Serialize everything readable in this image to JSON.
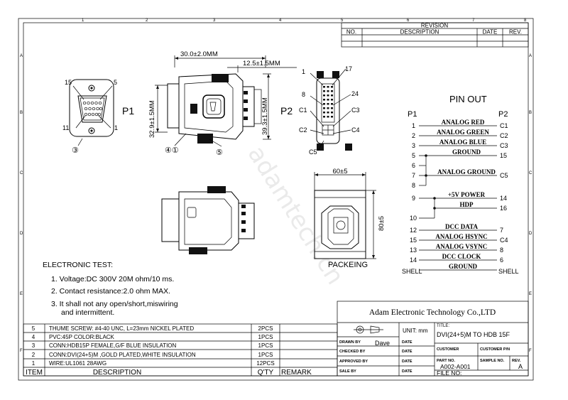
{
  "zones_top": [
    "1",
    "2",
    "3",
    "4",
    "5",
    "6",
    "7",
    "8"
  ],
  "zones_side": [
    "A",
    "B",
    "C",
    "D",
    "E",
    "F"
  ],
  "revision": {
    "title": "REVISION",
    "headers": [
      "NO.",
      "DESCRIPTION",
      "DATE",
      "REV."
    ]
  },
  "dims": {
    "d30": "30.0±2.0MM",
    "d12": "12.5±1.5MM",
    "d329": "32.9±1.5MM",
    "d393": "39.3±1.5MM",
    "d60": "60±5",
    "d80": "80±5"
  },
  "connector_labels": {
    "p1": "P1",
    "p2": "P2",
    "n15": "15",
    "n5": "5",
    "n11": "11",
    "n1": "1",
    "c3": "③",
    "c41": "④①",
    "c5": "⑤",
    "d1": "1",
    "d17": "17",
    "d8": "8",
    "d24": "24",
    "dc1": "C1",
    "dc3": "C3",
    "dc2": "C2",
    "dc4": "C4",
    "dc5": "C5"
  },
  "packing": "PACKEING",
  "pinout": {
    "title": "PIN OUT",
    "p1": "P1",
    "p2": "P2",
    "rows": [
      {
        "left": "1",
        "name": "ANALOG RED",
        "right": "C1"
      },
      {
        "left": "2",
        "name": "ANALOG GREEN",
        "right": "C2"
      },
      {
        "left": "3",
        "name": "ANALOG BLUE",
        "right": "C3"
      },
      {
        "left": "5",
        "name": "GROUND",
        "right": "15"
      },
      {
        "left": "6",
        "name": "",
        "right": ""
      },
      {
        "left": "7",
        "name": "ANALOG GROUND",
        "right": "C5"
      },
      {
        "left": "8",
        "name": "",
        "right": ""
      },
      {
        "left": "9",
        "name": "+5V POWER",
        "right": "14"
      },
      {
        "left": "",
        "name": "HDP",
        "right": "16"
      },
      {
        "left": "10",
        "name": "",
        "right": ""
      },
      {
        "left": "12",
        "name": "DCC DATA",
        "right": "7"
      },
      {
        "left": "15",
        "name": "ANALOG HSYNC",
        "right": "C4"
      },
      {
        "left": "13",
        "name": "ANALOG VSYNC",
        "right": "8"
      },
      {
        "left": "14",
        "name": "DCC CLOCK",
        "right": "6"
      },
      {
        "left": "SHELL",
        "name": "GROUND",
        "right": "SHELL"
      }
    ]
  },
  "test": {
    "title": "ELECTRONIC TEST:",
    "l1": "1. Voltage:DC 300V 20M ohm/10 ms.",
    "l2": "2. Contact resistance:2.0 ohm MAX.",
    "l3a": "3. It shall not any open/short,miswiring",
    "l3b": "and intermittent."
  },
  "bom": {
    "headers": [
      "ITEM",
      "DESCRIPTION",
      "Q'TY",
      "REMARK"
    ],
    "rows": [
      {
        "item": "5",
        "desc": "THUME SCREW: #4-40 UNC, L=23mm NICKEL PLATED",
        "qty": "2PCS"
      },
      {
        "item": "4",
        "desc": "PVC:45P COLOR:BLACK",
        "qty": "1PCS"
      },
      {
        "item": "3",
        "desc": "CONN:HDB15P FEMALE,G/F BLUE INSULATION",
        "qty": "1PCS"
      },
      {
        "item": "2",
        "desc": "CONN:DVI(24+5)M ,GOLD PLATED,WHITE INSULATION",
        "qty": "1PCS"
      },
      {
        "item": "1",
        "desc": "WIRE:UL1061 28AWG",
        "qty": "12PCS"
      }
    ]
  },
  "titleblock": {
    "company": "Adam Electronic Technology Co.,LTD",
    "unit": "UNIT: mm",
    "title_label": "TITLE:",
    "title": "DVI(24+5)M TO HDB 15F",
    "drawn_by": "DRAWN BY",
    "drawn_name": "Dave",
    "checked_by": "CHECKED BY",
    "approved_by": "APPROVED BY",
    "sale_by": "SALE BY",
    "date": "DATE",
    "customer": "CUSTOMER",
    "customer_pn": "CUSTOMER P/N",
    "part_no_label": "PART NO.",
    "part_no": "A002-A001",
    "sample_no": "SAMPLE NO.",
    "rev_label": "REV.",
    "rev": "A",
    "file_no": "FILE NO:"
  }
}
